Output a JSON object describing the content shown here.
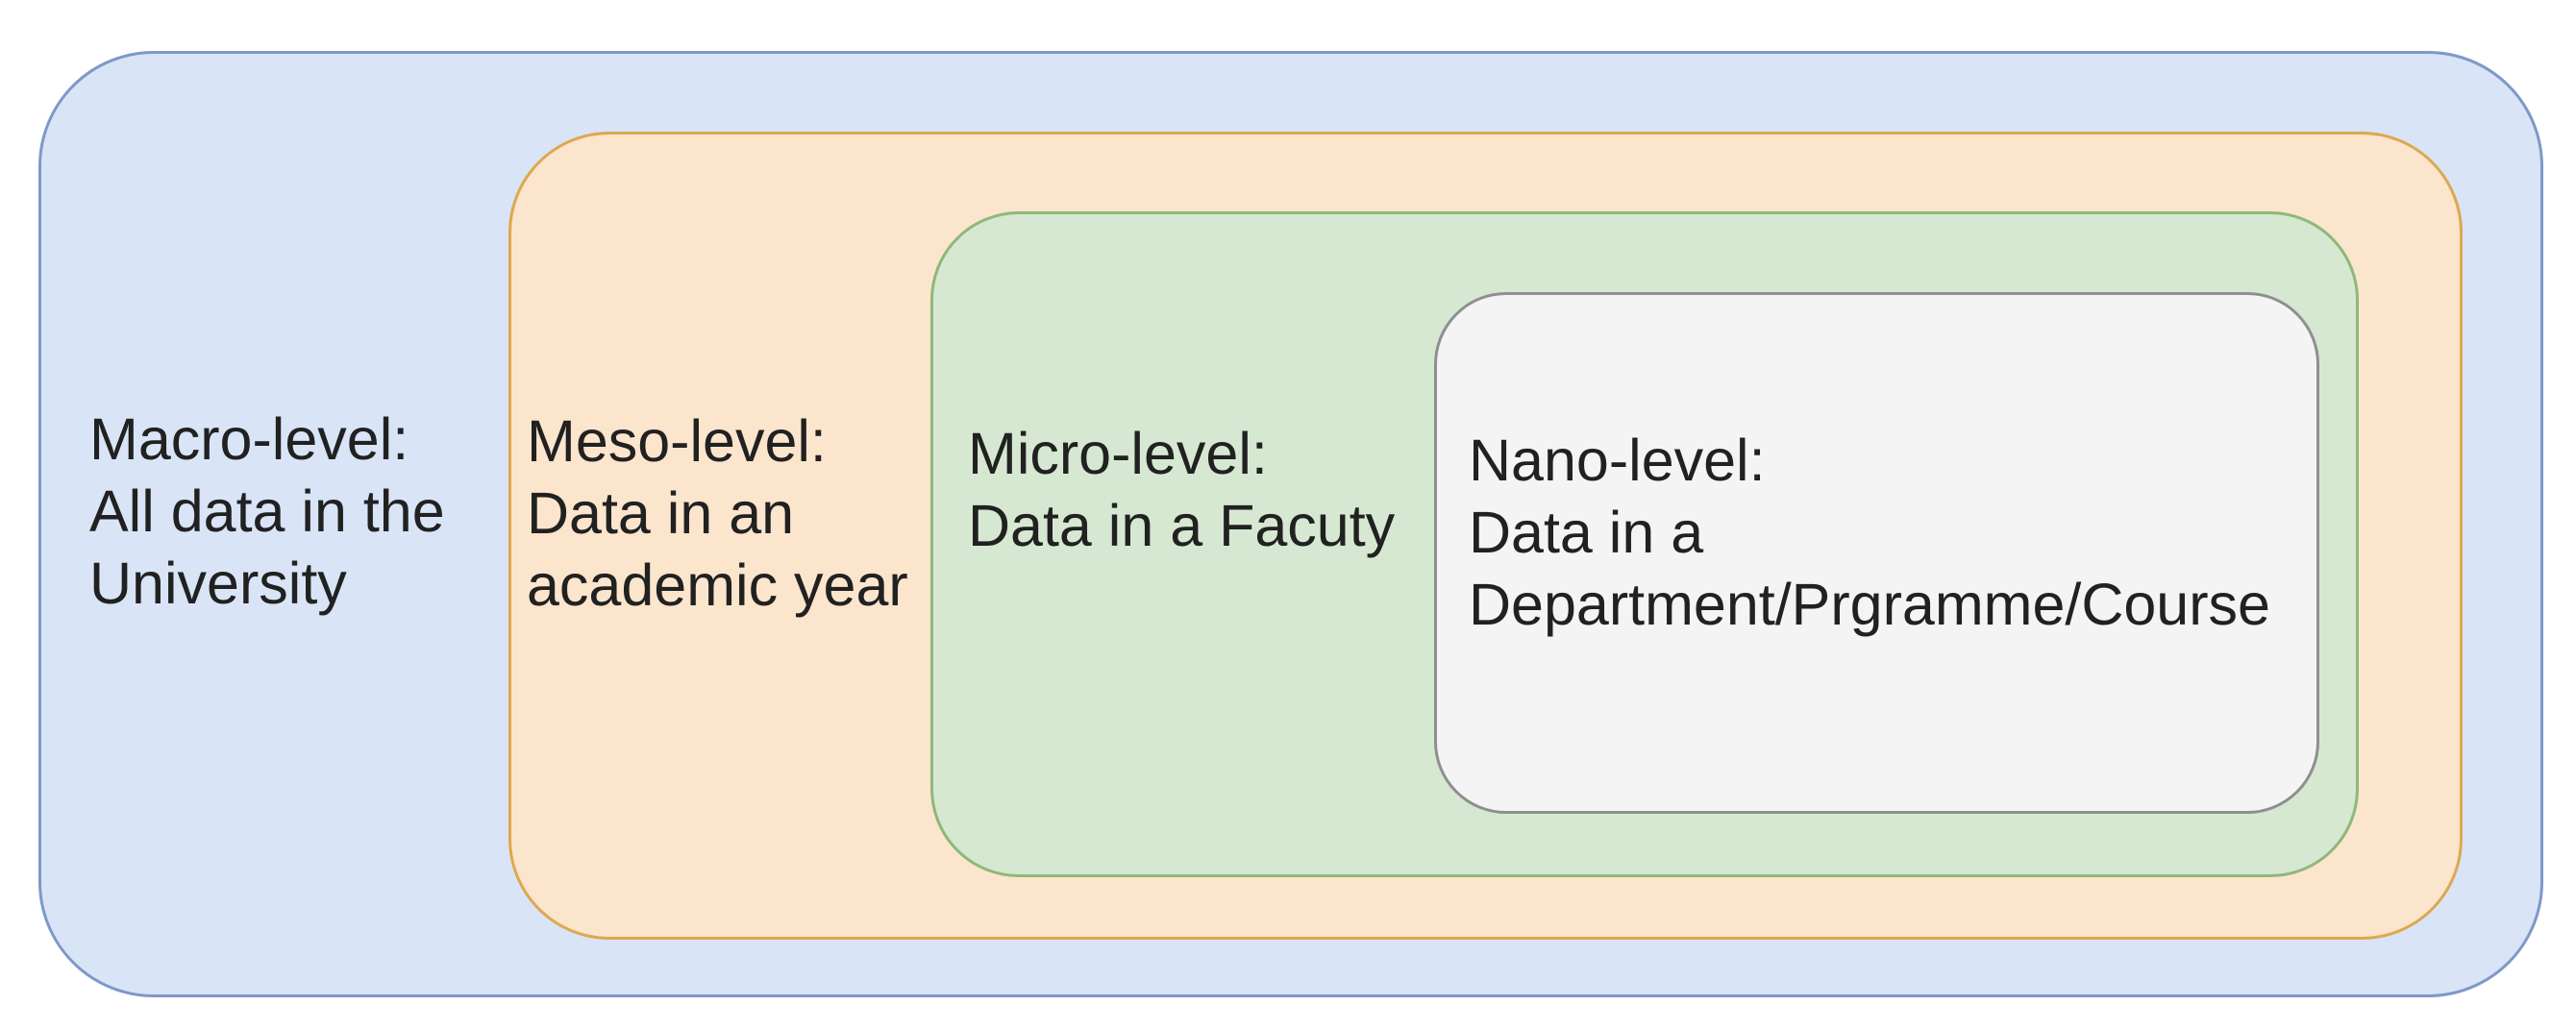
{
  "diagram": {
    "background_color": "#ffffff",
    "text_color": "#212121",
    "levels": [
      {
        "id": "macro",
        "text": "Macro-level:\nAll data in the\nUniversity",
        "fill": "#d9e4f7",
        "stroke": "#7d99c7"
      },
      {
        "id": "meso",
        "text": "Meso-level:\nData in an\nacademic year",
        "fill": "#fce5cd",
        "stroke": "#dda84f"
      },
      {
        "id": "micro",
        "text": "Micro-level:\nData in a Facuty",
        "fill": "#d6e8d2",
        "stroke": "#8fb878"
      },
      {
        "id": "nano",
        "text": "Nano-level:\nData in a\nDepartment/Prgramme/Course",
        "fill": "#f4f4f4",
        "stroke": "#8f8f8f"
      }
    ]
  }
}
